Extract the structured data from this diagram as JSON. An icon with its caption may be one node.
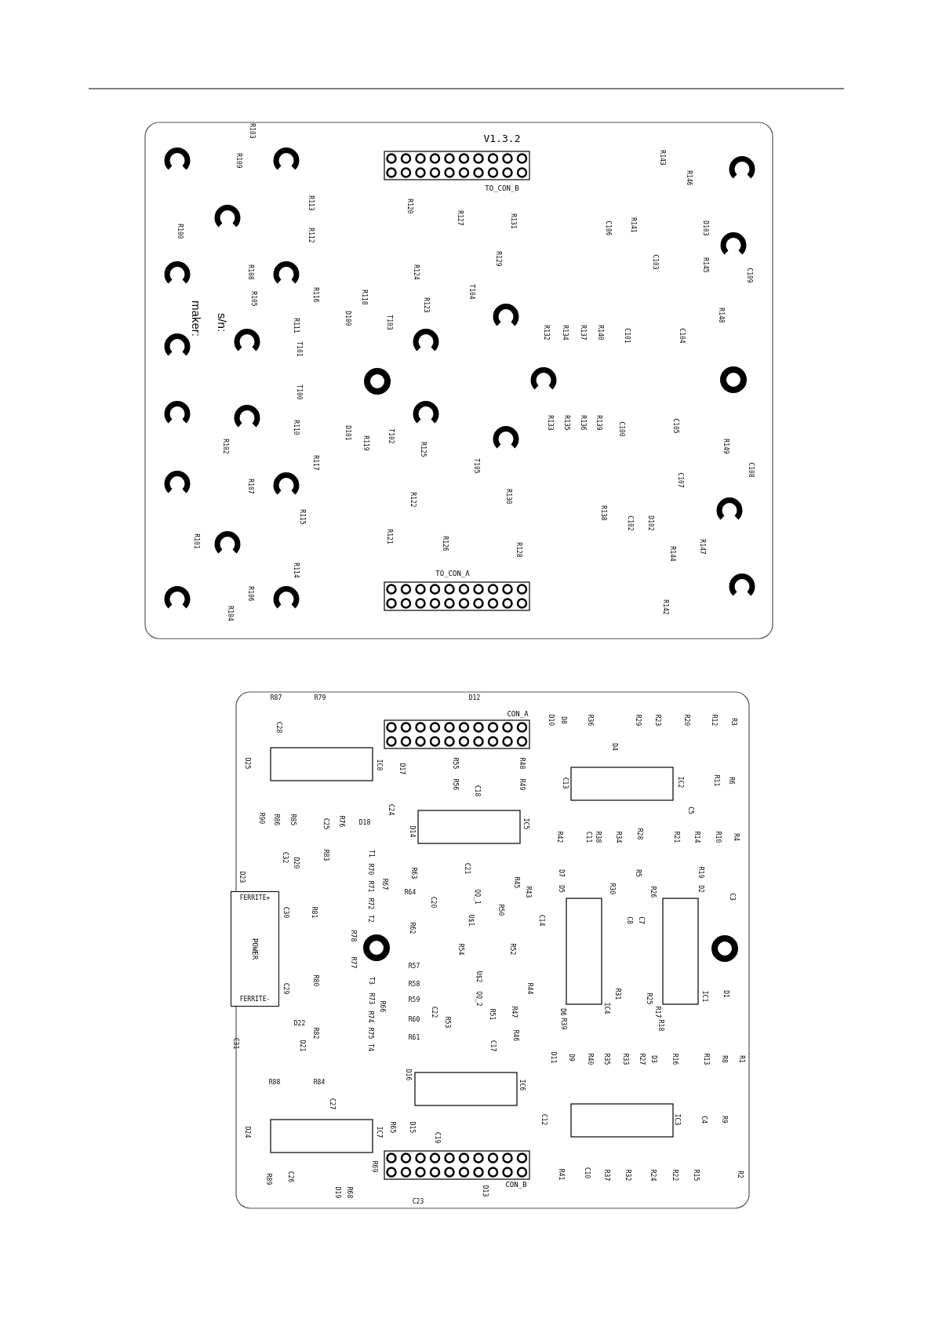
{
  "diagram": {
    "nodes": [
      {
        "text": [
          "FERRITE+",
          "POWER",
          "FERRITE-"
        ]
      }
    ],
    "labels": [
      "V1.3.2",
      "R103",
      "R109",
      "TO_CON_B",
      "R113",
      "R120",
      "R100",
      "R112",
      "R127",
      "R131",
      "R143",
      "R146",
      "C106",
      "R141",
      "D103",
      "R108",
      "R124",
      "R129",
      "C103",
      "R145",
      "C109",
      "R105",
      "R116",
      "R118",
      "T104",
      "R123",
      "R148",
      "maker:",
      "s/n:",
      "R111",
      "D100",
      "T103",
      "R132",
      "R134",
      "R137",
      "R140",
      "C101",
      "C104",
      "T101",
      "T100",
      "R110",
      "R133",
      "R135",
      "R136",
      "R139",
      "C100",
      "C105",
      "D101",
      "T102",
      "R102",
      "R119",
      "R125",
      "R149",
      "R117",
      "T105",
      "C108",
      "C107",
      "R107",
      "R122",
      "R130",
      "R115",
      "R138",
      "C102",
      "D102",
      "R101",
      "R121",
      "R126",
      "R128",
      "R144",
      "R147",
      "R114",
      "TO_CON_A",
      "R106",
      "R104",
      "R142",
      "R87",
      "R79",
      "D12",
      "CON_A",
      "C28",
      "D25",
      "IC8",
      "D17",
      "R55",
      "R56",
      "C18",
      "R48",
      "R49",
      "R90",
      "R86",
      "R85",
      "C25",
      "R76",
      "C24",
      "D18",
      "D14",
      "IC5",
      "C32",
      "D20",
      "D23",
      "R83",
      "T1",
      "R70",
      "R71",
      "R72",
      "R67",
      "R63",
      "C21",
      "R64",
      "C20",
      "QQ_1",
      "U$1",
      "R50",
      "R45",
      "R43",
      "C14",
      "C30",
      "R81",
      "T2",
      "R62",
      "R78",
      "R54",
      "R52",
      "R77",
      "C29",
      "R80",
      "T3",
      "R73",
      "R66",
      "R57",
      "R58",
      "R59",
      "C22",
      "U$2",
      "QQ_2",
      "R44",
      "R82",
      "R74",
      "R75",
      "T4",
      "R60",
      "R61",
      "R53",
      "R51",
      "R47",
      "R46",
      "C17",
      "D22",
      "C31",
      "D21",
      "R88",
      "R84",
      "D16",
      "IC6",
      "C27",
      "D24",
      "R65",
      "D15",
      "IC7",
      "C19",
      "R89",
      "C26",
      "R69",
      "D19",
      "R68",
      "CON_B",
      "D13",
      "C23",
      "D10",
      "D8",
      "R36",
      "D4",
      "R29",
      "R23",
      "R20",
      "R12",
      "R3",
      "C13",
      "IC2",
      "R11",
      "R6",
      "C5",
      "R42",
      "C11",
      "R38",
      "R34",
      "R28",
      "R21",
      "R14",
      "R10",
      "R4",
      "D7",
      "D5",
      "R30",
      "R5",
      "R26",
      "R19",
      "D2",
      "C3",
      "C8",
      "C7",
      "D1",
      "R31",
      "R25",
      "IC4",
      "IC1",
      "D6",
      "R17",
      "R39",
      "R18",
      "D11",
      "D9",
      "R40",
      "R35",
      "R33",
      "R27",
      "D3",
      "R16",
      "R13",
      "R8",
      "R1",
      "C12",
      "IC3",
      "C4",
      "R9",
      "R41",
      "C10",
      "R37",
      "R32",
      "R24",
      "R22",
      "R15",
      "R2"
    ]
  }
}
